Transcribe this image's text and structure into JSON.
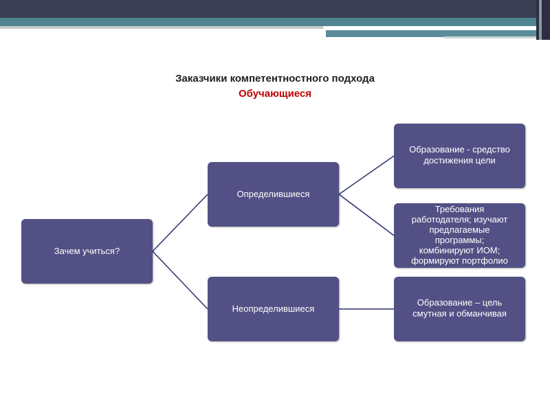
{
  "header": {
    "title": "Заказчики компетентностного подхода",
    "subtitle": "Обучающиеся"
  },
  "colors": {
    "box_fill": "#525084",
    "subtitle": "#c00000",
    "connector": "#2f2f66"
  },
  "diagram": {
    "root": "Зачем учиться?",
    "branch_decided": "Определившиеся",
    "branch_undecided": "Неопределившиеся",
    "leaf_education_means": "Образование - средство\nдостижения цели",
    "leaf_employer_requirements": "Требования\nработодателя; изучают\nпредлагаемые\nпрограммы;\nкомбинируют ИОМ;\nформируют портфолио",
    "leaf_education_goal": "Образование – цель\nсмутная и обманчивая"
  }
}
